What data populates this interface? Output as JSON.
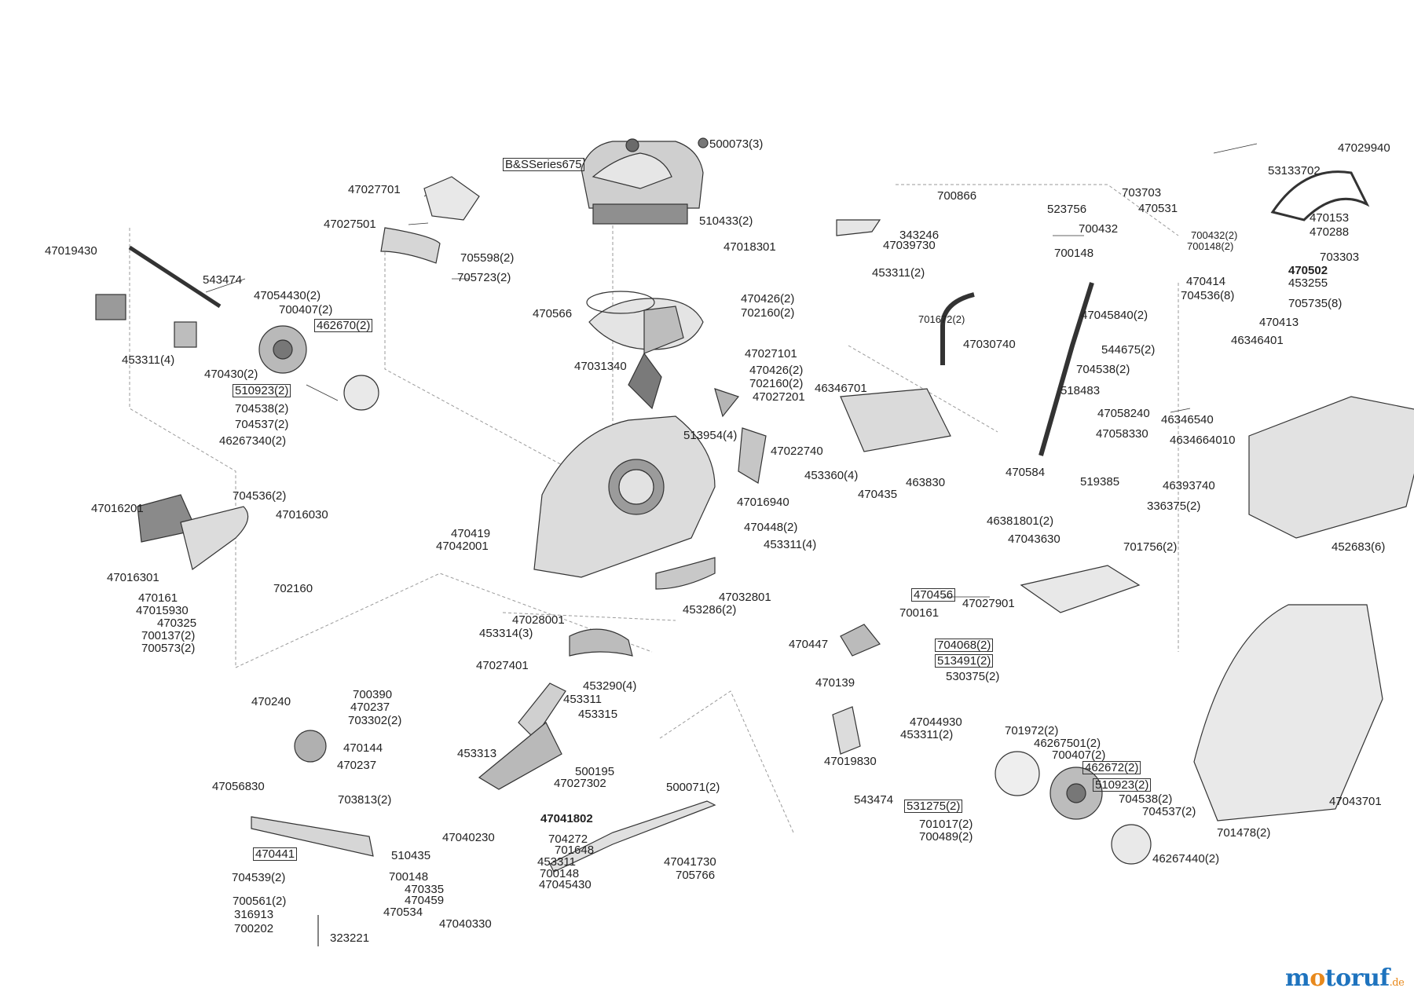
{
  "labels": {
    "engine": "B&SSeries675",
    "p500073": "500073(3)",
    "p47027701": "47027701",
    "p47027501": "47027501",
    "p510433": "510433(2)",
    "p47018301": "47018301",
    "p47019430": "47019430",
    "p705598": "705598(2)",
    "p705723": "705723(2)",
    "p543474a": "543474",
    "p47054430": "47054430(2)",
    "p700407a": "700407(2)",
    "p462670": "462670(2)",
    "p453311a": "453311(4)",
    "p470430": "470430(2)",
    "p510923a": "510923(2)",
    "p704538a": "704538(2)",
    "p704537a": "704537(2)",
    "p46267340": "46267340(2)",
    "p470566": "470566",
    "p470426a": "470426(2)",
    "p702160a": "702160(2)",
    "p47027101": "47027101",
    "p47031340": "47031340",
    "p470426b": "470426(2)",
    "p702160b": "702160(2)",
    "p47027201": "47027201",
    "p513954": "513954(4)",
    "p47022740": "47022740",
    "p453360": "453360(4)",
    "p47016940": "47016940",
    "p470448": "470448(2)",
    "p453311b": "453311(4)",
    "p470419": "470419",
    "p47042001": "47042001",
    "p47032801": "47032801",
    "p453286": "453286(2)",
    "p47016201": "47016201",
    "p704536a": "704536(2)",
    "p47016030": "47016030",
    "p47016301": "47016301",
    "p702160c": "702160",
    "p470161": "470161",
    "p47015930": "47015930",
    "p470325": "470325",
    "p700137": "700137(2)",
    "p700573": "700573(2)",
    "p47028001": "47028001",
    "p453314": "453314(3)",
    "p47027401": "47027401",
    "p453290": "453290(4)",
    "p453311c": "453311",
    "p453315": "453315",
    "p453313": "453313",
    "p500195": "500195",
    "p47027302": "47027302",
    "p500071": "500071(2)",
    "p700390": "700390",
    "p470240": "470240",
    "p470237a": "470237",
    "p703302": "703302(2)",
    "p470144": "470144",
    "p470237b": "470237",
    "p47056830": "47056830",
    "p703813": "703813(2)",
    "p470441": "470441",
    "p704539": "704539(2)",
    "p700561": "700561(2)",
    "p316913": "316913",
    "p700202": "700202",
    "p323221": "323221",
    "p47041802": "47041802",
    "p47040230": "47040230",
    "p704272": "704272",
    "p510435": "510435",
    "p701648": "701648",
    "p453311d": "453311",
    "p700148a": "700148",
    "p700148b": "700148",
    "p470335": "470335",
    "p47045430": "47045430",
    "p470459": "470459",
    "p470534": "470534",
    "p47040330": "47040330",
    "p47041730": "47041730",
    "p705766": "705766",
    "p700866": "700866",
    "p523756": "523756",
    "p343246": "343246",
    "p47039730": "47039730",
    "p700432a": "700432",
    "p700148c": "700148",
    "p453311e": "453311(2)",
    "p701672": "701672(2)",
    "p47045840": "47045840(2)",
    "p47030740": "47030740",
    "p544675": "544675(2)",
    "p704538b": "704538(2)",
    "p46346701": "46346701",
    "p518483": "518483",
    "p47058240": "47058240",
    "p47058330": "47058330",
    "p470584": "470584",
    "p519385": "519385",
    "p463830": "463830",
    "p470435": "470435",
    "p46381801": "46381801(2)",
    "p47043630": "47043630",
    "p47029940": "47029940",
    "p53133702": "53133702",
    "p703703": "703703",
    "p470531": "470531",
    "p470153": "470153",
    "p700432b": "700432(2)",
    "p700148d": "700148(2)",
    "p470288": "470288",
    "p703303": "703303",
    "p470502": "470502",
    "p470414": "470414",
    "p453255": "453255",
    "p704536b": "704536(8)",
    "p705735": "705735(8)",
    "p470413": "470413",
    "p46346401": "46346401",
    "p46346540": "46346540",
    "p4634664010": "4634664010",
    "p46393740": "46393740",
    "p336375": "336375(2)",
    "p701756": "701756(2)",
    "p452683": "452683(6)",
    "p47027901": "47027901",
    "p470456": "470456",
    "p700161": "700161",
    "p470447": "470447",
    "p704068": "704068(2)",
    "p513491": "513491(2)",
    "p470139": "470139",
    "p530375": "530375(2)",
    "p47044930": "47044930",
    "p453311f": "453311(2)",
    "p701972": "701972(2)",
    "p46267501": "46267501(2)",
    "p47019830": "47019830",
    "p700407b": "700407(2)",
    "p462672": "462672(2)",
    "p510923b": "510923(2)",
    "p543474b": "543474",
    "p531275": "531275(2)",
    "p704538c": "704538(2)",
    "p704537b": "704537(2)",
    "p701017": "701017(2)",
    "p700489": "700489(2)",
    "p46267440": "46267440(2)",
    "p47043701": "47043701",
    "p701478": "701478(2)"
  },
  "logo": {
    "o": "m",
    "t": "o",
    "rest": "toruf",
    "domain": ".de"
  },
  "colors": {
    "line": "#333333",
    "part_fill": "#d8d8d8",
    "part_dark": "#8a8a8a",
    "brand_blue": "#1e73be",
    "brand_orange": "#e8891c"
  }
}
